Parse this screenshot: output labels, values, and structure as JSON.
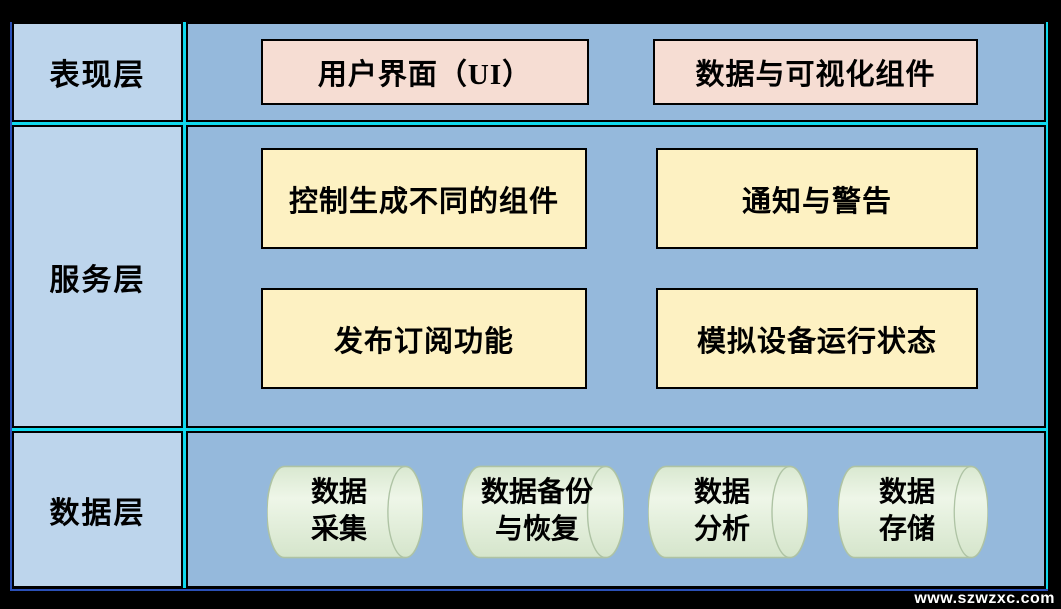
{
  "diagram": {
    "title_hint": "three-tier architecture diagram",
    "colors": {
      "background": "#000000",
      "layer_label_bg": "#bdd5ec",
      "band_bg": "#95b9dc",
      "presentation_box_bg": "#f6ddd3",
      "service_box_bg": "#fdf1c2",
      "cylinder_bg": "#e4efdb",
      "accent_cyan": "#10d9ee",
      "accent_blue": "#2b50b8",
      "border": "#000000"
    },
    "layers": [
      {
        "label": "表现层",
        "boxes": [
          {
            "label": "用户界面（UI）"
          },
          {
            "label": "数据与可视化组件"
          }
        ]
      },
      {
        "label": "服务层",
        "boxes": [
          {
            "label": "控制生成不同的组件"
          },
          {
            "label": "通知与警告"
          },
          {
            "label": "发布订阅功能"
          },
          {
            "label": "模拟设备运行状态"
          }
        ]
      },
      {
        "label": "数据层",
        "cylinders": [
          {
            "lines": [
              "数据",
              "采集"
            ]
          },
          {
            "lines": [
              "数据备份",
              "与恢复"
            ]
          },
          {
            "lines": [
              "数据",
              "分析"
            ]
          },
          {
            "lines": [
              "数据",
              "存储"
            ]
          }
        ]
      }
    ]
  },
  "watermark": "www.szwzxc.com"
}
